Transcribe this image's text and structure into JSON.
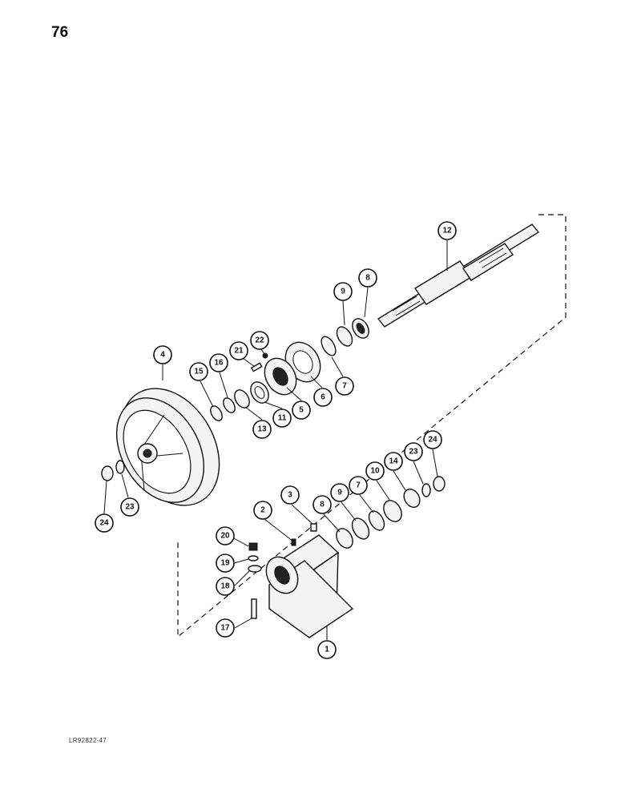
{
  "page": {
    "number": "76",
    "figure_code": "LR92822-47"
  },
  "callouts": [
    {
      "id": "c1",
      "label": "1"
    },
    {
      "id": "c2",
      "label": "2"
    },
    {
      "id": "c3",
      "label": "3"
    },
    {
      "id": "c4",
      "label": "4"
    },
    {
      "id": "c5",
      "label": "5"
    },
    {
      "id": "c6",
      "label": "6"
    },
    {
      "id": "c7a",
      "label": "7"
    },
    {
      "id": "c7b",
      "label": "7"
    },
    {
      "id": "c8a",
      "label": "8"
    },
    {
      "id": "c8b",
      "label": "8"
    },
    {
      "id": "c9a",
      "label": "9"
    },
    {
      "id": "c9b",
      "label": "9"
    },
    {
      "id": "c10",
      "label": "10"
    },
    {
      "id": "c11",
      "label": "11"
    },
    {
      "id": "c12",
      "label": "12"
    },
    {
      "id": "c13",
      "label": "13"
    },
    {
      "id": "c14",
      "label": "14"
    },
    {
      "id": "c15",
      "label": "15"
    },
    {
      "id": "c16",
      "label": "16"
    },
    {
      "id": "c17",
      "label": "17"
    },
    {
      "id": "c18",
      "label": "18"
    },
    {
      "id": "c19",
      "label": "19"
    },
    {
      "id": "c20",
      "label": "20"
    },
    {
      "id": "c21",
      "label": "21"
    },
    {
      "id": "c22",
      "label": "22"
    },
    {
      "id": "c23a",
      "label": "23"
    },
    {
      "id": "c23b",
      "label": "23"
    },
    {
      "id": "c24a",
      "label": "24"
    },
    {
      "id": "c24b",
      "label": "24"
    }
  ]
}
